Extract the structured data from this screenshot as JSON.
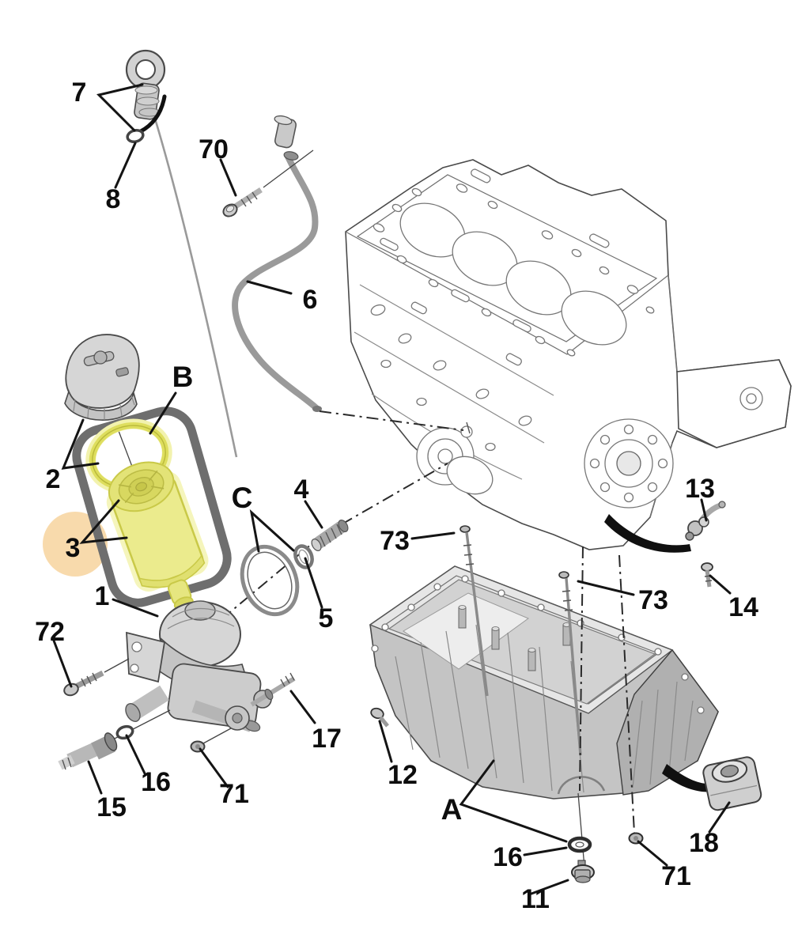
{
  "callouts": {
    "n1": "1",
    "n2": "2",
    "n3": "3",
    "n4": "4",
    "n5": "5",
    "n6": "6",
    "n7": "7",
    "n8": "8",
    "n11": "11",
    "n12": "12",
    "n13": "13",
    "n14": "14",
    "n15": "15",
    "n16": "16",
    "n17": "17",
    "n18": "18",
    "n70": "70",
    "n71": "71",
    "n72": "72",
    "n73": "73",
    "nA": "A",
    "nB": "B",
    "nC": "C"
  },
  "colors": {
    "highlight_circle": "#f8d8a8",
    "part_highlight_fill": "#ebeb8d",
    "part_highlight_stroke": "#c9c948",
    "oring_highlight": "#dede5e",
    "kit_frame": "#6e6e6e",
    "leader": "#141414"
  }
}
